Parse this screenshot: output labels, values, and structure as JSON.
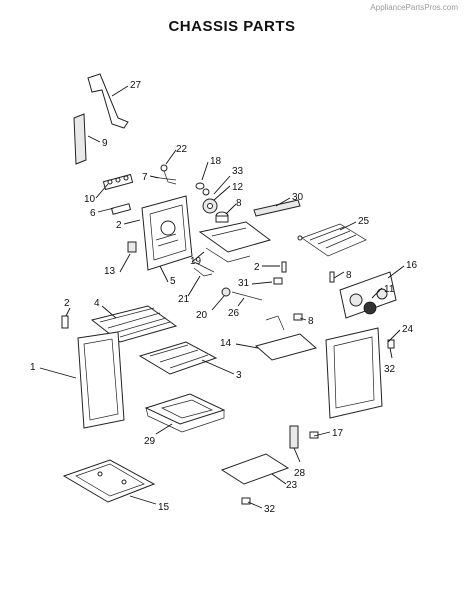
{
  "watermark": "AppliancePartsPros.com",
  "title": "CHASSIS PARTS",
  "callouts": {
    "c1": "1",
    "c2a": "2",
    "c2b": "2",
    "c3": "3",
    "c4": "4",
    "c5": "5",
    "c6": "6",
    "c7": "7",
    "c8a": "8",
    "c8b": "8",
    "c8c": "8",
    "c9": "9",
    "c10": "10",
    "c11": "11",
    "c12": "12",
    "c13": "13",
    "c14": "14",
    "c15": "15",
    "c16": "16",
    "c17": "17",
    "c18": "18",
    "c19": "19",
    "c20": "20",
    "c21": "21",
    "c22": "22",
    "c23": "23",
    "c24": "24",
    "c25": "25",
    "c26": "26",
    "c27": "27",
    "c28": "28",
    "c29": "29",
    "c30": "30",
    "c31": "31",
    "c32a": "32",
    "c32b": "32",
    "c33": "33"
  }
}
